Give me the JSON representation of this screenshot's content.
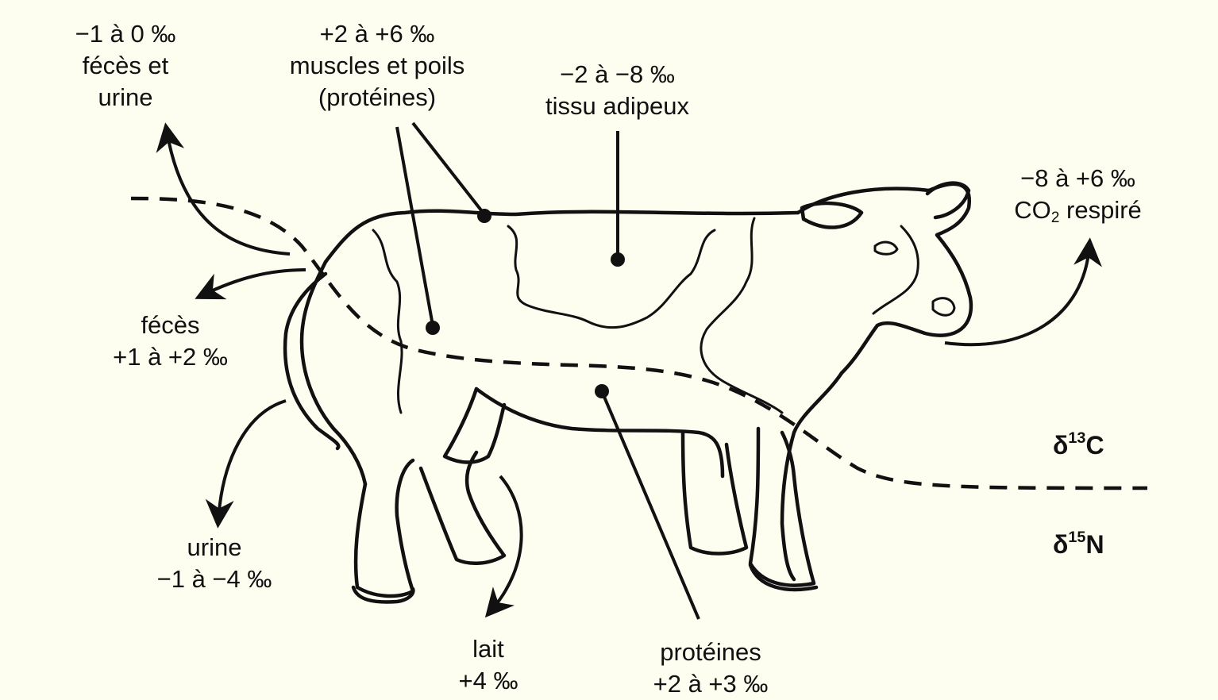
{
  "labels": {
    "feces_urine_top": {
      "value": "−1 à 0 ‰",
      "line2": "fécès et",
      "line3": "urine"
    },
    "muscles": {
      "value": "+2 à +6 ‰",
      "line2": "muscles et poils",
      "line3": "(protéines)"
    },
    "adipose": {
      "value": "−2 à −8 ‰",
      "line2": "tissu adipeux"
    },
    "co2": {
      "value": "−8 à +6 ‰",
      "co": "CO",
      "sub": "2",
      "rest": " respiré"
    },
    "feces_left": {
      "line1": "fécès",
      "value": "+1 à +2 ‰"
    },
    "urine_left": {
      "line1": "urine",
      "value": "−1 à −4 ‰"
    },
    "milk": {
      "line1": "lait",
      "value": "+4 ‰"
    },
    "proteins": {
      "line1": "protéines",
      "value": "+2 à +3 ‰"
    }
  },
  "isotopes": {
    "carbon": {
      "prefix": "δ",
      "mass": "13",
      "element": "C"
    },
    "nitrogen": {
      "prefix": "δ",
      "mass": "15",
      "element": "N"
    }
  },
  "colors": {
    "background": "#fdfdf0",
    "ink": "#111111"
  }
}
